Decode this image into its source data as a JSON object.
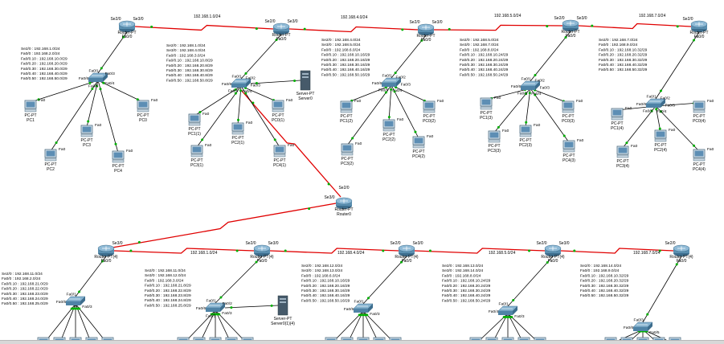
{
  "colors": {
    "wan_link": "#e00000",
    "lan_link": "#000000",
    "port_up": "#00b000",
    "port_down": "#e00000",
    "router_body": "#5a8fb0",
    "switch_body": "#4f83a6",
    "pc_body": "#5d8eb4",
    "server_body": "#465a6a"
  },
  "wan_subnets": [
    "192.168.1.0/24",
    "192.168.4.0/24",
    "192.168.5.0/24",
    "192.168.7.0/24",
    "192.168.1.0/24",
    "192.168.4.0/24",
    "192.168.5.0/24",
    "192.168.7.0/24"
  ],
  "center_router": {
    "name": "Router0",
    "label": "Router-PT",
    "ports": [
      "Se2/0",
      "Se3/0"
    ]
  },
  "routers": [
    {
      "label": "Router-PT",
      "ports": [
        "Se2/0",
        "Se3/0",
        "Fa0/0"
      ]
    },
    {
      "label": "Router-PT",
      "ports": [
        "Se2/0",
        "Se3/0",
        "Fa0/0"
      ]
    },
    {
      "label": "Router-PT",
      "ports": [
        "Se2/0",
        "Se3/0",
        "Fa0/0"
      ]
    },
    {
      "label": "Router-PT",
      "ports": [
        "Se2/0",
        "Se3/0",
        "Fa0/0"
      ]
    },
    {
      "label": "Router-PT",
      "ports": [
        "Se2/0",
        "Fa0/0"
      ]
    },
    {
      "label": "Router-PT(4)",
      "ports": [
        "Se3/0",
        "Fa0/0"
      ]
    },
    {
      "label": "Router-PT(4)",
      "ports": [
        "Se2/0",
        "Se3/0",
        "Fa0/0"
      ]
    },
    {
      "label": "Router-PT(4)",
      "ports": [
        "Se2/0",
        "Se3/0",
        "Fa0/0"
      ]
    },
    {
      "label": "Router-PT(4)",
      "ports": [
        "Se2/0",
        "Se3/0",
        "Fa0/0"
      ]
    },
    {
      "label": "Router-PT(4)",
      "ports": [
        "Se2/0",
        "Fa0/0"
      ]
    }
  ],
  "notes": [
    [
      "Se2/0 : 192.168.1.0/24",
      "Fa0/0 : 192.168.2.0/24",
      "Fa0/0.10 : 192.168.10.0/29",
      "Fa0/0.20 : 192.168.20.0/29",
      "Fa0/0.30 : 192.168.30.0/29",
      "Fa0/0.40 : 192.168.40.0/29",
      "Fa0/0.50 : 192.168.50.0/29"
    ],
    [
      "Se2/0 : 192.168.1.0/24",
      "Se3/0 : 192.168.4.0/24",
      "Fa0/0 : 192.168.3.0/24",
      "Fa0/0.10 : 192.168.10.8/29",
      "Fa0/0.20 : 192.168.20.8/29",
      "Fa0/0.30 : 192.168.30.8/29",
      "Fa0/0.40 : 192.168.40.8/29",
      "Fa0/0.50 : 192.168.50.8/29"
    ],
    [
      "Se2/0 : 192.168.4.0/24",
      "Se3/0 : 192.168.5.0/24",
      "Fa0/0 : 192.168.6.0/24",
      "Fa0/0.10 : 192.168.10.16/29",
      "Fa0/0.20 : 192.168.20.16/29",
      "Fa0/0.30 : 192.168.30.16/29",
      "Fa0/0.40 : 192.168.40.16/29",
      "Fa0/0.50 : 192.168.50.16/29"
    ],
    [
      "Se2/0 : 192.168.5.0/24",
      "Se3/0 : 192.168.7.0/24",
      "Fa0/0 : 192.168.8.0/24",
      "Fa0/0.10 : 192.168.10.24/29",
      "Fa0/0.20 : 192.168.20.24/29",
      "Fa0/0.30 : 192.168.30.24/29",
      "Fa0/0.40 : 192.168.40.24/29",
      "Fa0/0.50 : 192.168.50.24/29"
    ],
    [
      "Se2/0 : 192.168.7.0/24",
      "Fa0/0 : 192.168.9.0/24",
      "Fa0/0.10 : 192.168.10.32/29",
      "Fa0/0.20 : 192.168.20.32/29",
      "Fa0/0.30 : 192.168.30.32/29",
      "Fa0/0.40 : 192.168.40.32/29",
      "Fa0/0.50 : 192.168.50.32/29"
    ],
    [
      "Se2/0 : 192.168.11.0/24",
      "Fa0/0 : 192.168.2.0/24",
      "Fa0/0.10 : 192.168.21.0/29",
      "Fa0/0.20 : 192.168.22.0/29",
      "Fa0/0.30 : 192.168.23.0/29",
      "Fa0/0.40 : 192.168.24.0/29",
      "Fa0/0.50 : 192.168.25.0/29"
    ],
    [
      "Se2/0 : 192.168.11.0/24",
      "Se3/0 : 192.168.12.0/24",
      "Fa0/0 : 192.168.3.0/24",
      "Fa0/0.10 : 192.168.21.8/29",
      "Fa0/0.20 : 192.168.22.8/29",
      "Fa0/0.30 : 192.168.23.8/29",
      "Fa0/0.40 : 192.168.24.8/29",
      "Fa0/0.50 : 192.168.25.8/29"
    ],
    [
      "Se2/0 : 192.168.12.0/24",
      "Se3/0 : 192.168.13.0/24",
      "Fa0/0 : 192.168.6.0/24",
      "Fa0/0.10 : 192.168.10.16/29",
      "Fa0/0.20 : 192.168.20.16/29",
      "Fa0/0.30 : 192.168.30.16/29",
      "Fa0/0.40 : 192.168.40.16/29",
      "Fa0/0.50 : 192.168.50.16/29"
    ],
    [
      "Se2/0 : 192.168.13.0/24",
      "Se3/0 : 192.168.14.0/24",
      "Fa0/0 : 192.168.8.0/24",
      "Fa0/0.10 : 192.168.10.24/29",
      "Fa0/0.20 : 192.168.20.24/29",
      "Fa0/0.30 : 192.168.30.24/29",
      "Fa0/0.40 : 192.168.40.24/29",
      "Fa0/0.50 : 192.168.50.24/29"
    ],
    [
      "Se2/0 : 192.168.14.0/24",
      "Fa0/0 : 192.168.9.0/24",
      "Fa0/0.10 : 192.168.10.32/29",
      "Fa0/0.20 : 192.168.20.32/29",
      "Fa0/0.30 : 192.168.30.32/29",
      "Fa0/0.40 : 192.168.40.32/29",
      "Fa0/0.50 : 192.168.50.32/29"
    ]
  ],
  "clusters": [
    {
      "switch_ports": [
        "Fa0/1",
        "Fa0/3",
        "Fa0/4",
        "Fa0/5",
        "Fa0/6"
      ],
      "pcs": [
        {
          "label": "PC-PT",
          "name": "PC0"
        },
        {
          "label": "PC-PT",
          "name": "PC1"
        },
        {
          "label": "PC-PT",
          "name": "PC2"
        },
        {
          "label": "PC-PT",
          "name": "PC3"
        },
        {
          "label": "PC-PT",
          "name": "PC4"
        }
      ],
      "server": null
    },
    {
      "switch_ports": [
        "Fa0/1",
        "Fa0/2",
        "Fa0/3",
        "Fa0/4",
        "Fa0/5",
        "Fa0/6"
      ],
      "pcs": [
        {
          "label": "PC-PT",
          "name": "PC0(1)"
        },
        {
          "label": "PC-PT",
          "name": "PC1(1)"
        },
        {
          "label": "PC-PT",
          "name": "PC2(1)"
        },
        {
          "label": "PC-PT",
          "name": "PC3(1)"
        },
        {
          "label": "PC-PT",
          "name": "PC4(1)"
        }
      ],
      "server": {
        "label": "Server-PT",
        "name": "Server0"
      }
    },
    {
      "switch_ports": [
        "Fa0/1",
        "Fa0/2",
        "Fa0/3",
        "Fa0/4",
        "Fa0/5",
        "Fa0/6"
      ],
      "pcs": [
        {
          "label": "PC-PT",
          "name": "PC0(2)"
        },
        {
          "label": "PC-PT",
          "name": "PC1(2)"
        },
        {
          "label": "PC-PT",
          "name": "PC2(2)"
        },
        {
          "label": "PC-PT",
          "name": "PC3(2)"
        },
        {
          "label": "PC-PT",
          "name": "PC4(2)"
        }
      ],
      "server": null
    },
    {
      "switch_ports": [
        "Fa0/1",
        "Fa0/2",
        "Fa0/3",
        "Fa0/4",
        "Fa0/5",
        "Fa0/6"
      ],
      "pcs": [
        {
          "label": "PC-PT",
          "name": "PC0(3)"
        },
        {
          "label": "PC-PT",
          "name": "PC1(3)"
        },
        {
          "label": "PC-PT",
          "name": "PC2(3)"
        },
        {
          "label": "PC-PT",
          "name": "PC3(3)"
        },
        {
          "label": "PC-PT",
          "name": "PC4(3)"
        }
      ],
      "server": null
    },
    {
      "switch_ports": [
        "Fa0/1",
        "Fa0/2",
        "Fa0/3",
        "Fa0/4",
        "Fa0/5",
        "Fa0/6"
      ],
      "pcs": [
        {
          "label": "PC-PT",
          "name": "PC0(4)"
        },
        {
          "label": "PC-PT",
          "name": "PC1(4)"
        },
        {
          "label": "PC-PT",
          "name": "PC2(4)"
        },
        {
          "label": "PC-PT",
          "name": "PC3(4)"
        },
        {
          "label": "PC-PT",
          "name": "PC4(4)"
        }
      ],
      "server": null
    },
    {
      "switch_ports": [
        "Fa0/1",
        "Fa0/3",
        "Fa0/5"
      ],
      "pcs": [],
      "server": null
    },
    {
      "switch_ports": [
        "Fa0/1",
        "Fa0/2",
        "Fa0/3",
        "Fa0/5",
        "Fa0/6"
      ],
      "pcs": [],
      "server": {
        "label": "Server-PT",
        "name": "Server0(1)(4)"
      }
    },
    {
      "switch_ports": [
        "Fa0/1",
        "Fa0/3",
        "Fa0/5"
      ],
      "pcs": [],
      "server": null
    },
    {
      "switch_ports": [
        "Fa0/1",
        "Fa0/3",
        "Fa0/4"
      ],
      "pcs": [],
      "server": null
    },
    {
      "switch_ports": [
        "Fa0/3",
        "Fa0/5",
        "Fa0/6"
      ],
      "pcs": [],
      "server": null
    }
  ],
  "port_label": "Fa0"
}
